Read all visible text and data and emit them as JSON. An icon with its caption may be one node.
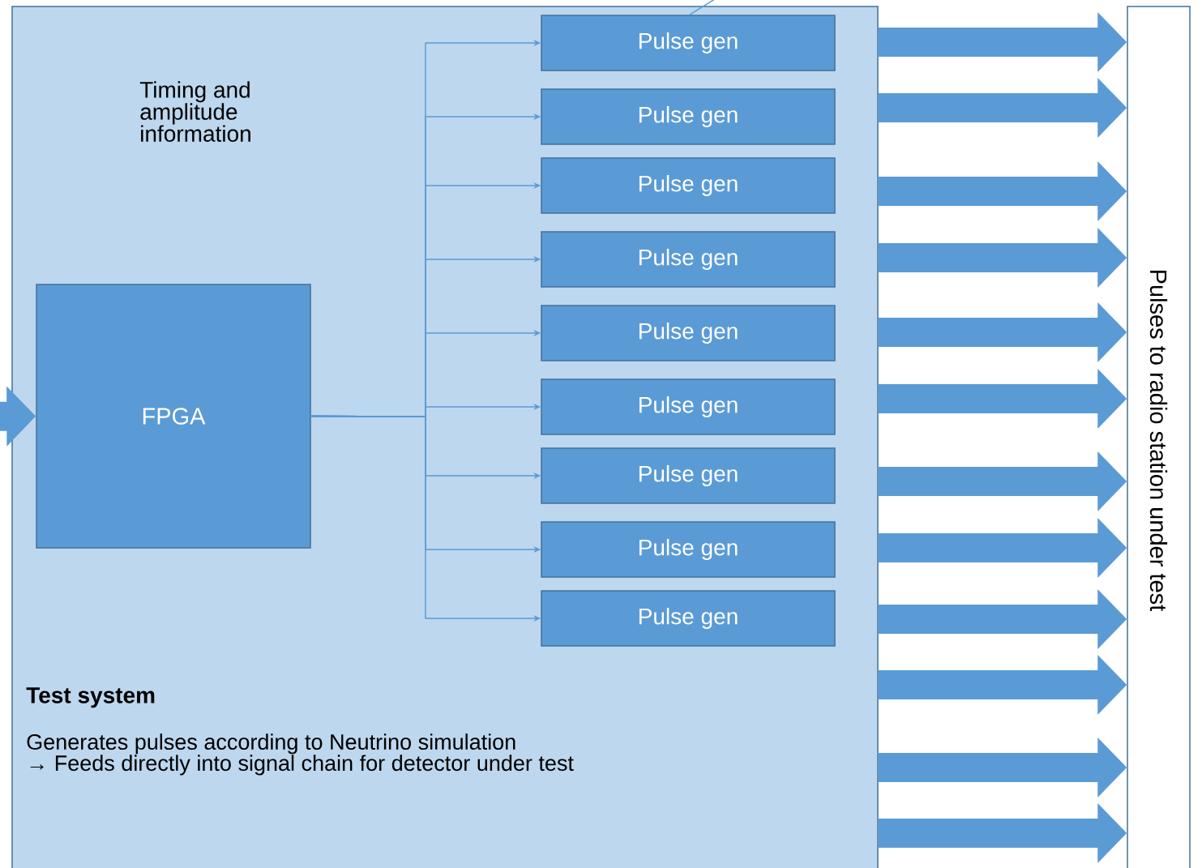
{
  "diagram": {
    "nodes": [
      {
        "text": [
          "Test system",
          "Generates pulses according to Neutrino simulation",
          "→ Feeds directly into signal chain for detector under test"
        ]
      },
      {
        "text": [
          "FPGA"
        ],
        "in": 0
      },
      {
        "text": [
          "Pulse gen"
        ],
        "in": 0
      },
      {
        "text": [
          "Pulse gen"
        ],
        "in": 0
      },
      {
        "text": [
          "Pulse gen"
        ],
        "in": 0
      },
      {
        "text": [
          "Pulse gen"
        ],
        "in": 0
      },
      {
        "text": [
          "Pulse gen"
        ],
        "in": 0
      },
      {
        "text": [
          "Pulse gen"
        ],
        "in": 0
      },
      {
        "text": [
          "Pulse gen"
        ],
        "in": 0
      },
      {
        "text": [
          "Pulse gen"
        ],
        "in": 0
      },
      {
        "text": [
          "Pulse gen"
        ],
        "in": 0
      },
      {
        "text": [
          "Pulses to radio station under test"
        ]
      }
    ],
    "edges": [
      {
        "from": null,
        "to": 1,
        "arrow": "to"
      },
      {
        "from": 1,
        "to": 2,
        "arrow": "to"
      },
      {
        "from": 1,
        "to": 3,
        "arrow": "to"
      },
      {
        "from": 1,
        "to": 4,
        "arrow": "to"
      },
      {
        "from": 1,
        "to": 5,
        "arrow": "to"
      },
      {
        "from": 1,
        "to": 6,
        "arrow": "to"
      },
      {
        "from": 1,
        "to": 7,
        "arrow": "to"
      },
      {
        "from": 1,
        "to": 8,
        "arrow": "to"
      },
      {
        "from": 1,
        "to": 9,
        "arrow": "to"
      },
      {
        "from": 1,
        "to": 10,
        "arrow": "to"
      },
      {
        "from": 2,
        "to": null,
        "arrow": "none"
      },
      {
        "from": 0,
        "to": 11,
        "arrow": "to"
      },
      {
        "from": 0,
        "to": 11,
        "arrow": "to"
      },
      {
        "from": 0,
        "to": 11,
        "arrow": "to"
      },
      {
        "from": 0,
        "to": 11,
        "arrow": "to"
      },
      {
        "from": 0,
        "to": 11,
        "arrow": "to"
      },
      {
        "from": 0,
        "to": 11,
        "arrow": "to"
      },
      {
        "from": 0,
        "to": 11,
        "arrow": "to"
      },
      {
        "from": 0,
        "to": 11,
        "arrow": "to"
      },
      {
        "from": 0,
        "to": 11,
        "arrow": "to"
      },
      {
        "from": 0,
        "to": 11,
        "arrow": "to"
      },
      {
        "from": 0,
        "to": 11,
        "arrow": "to"
      },
      {
        "from": 0,
        "to": 11,
        "arrow": "to"
      }
    ],
    "labels": [
      "Timing and amplitude information"
    ]
  }
}
